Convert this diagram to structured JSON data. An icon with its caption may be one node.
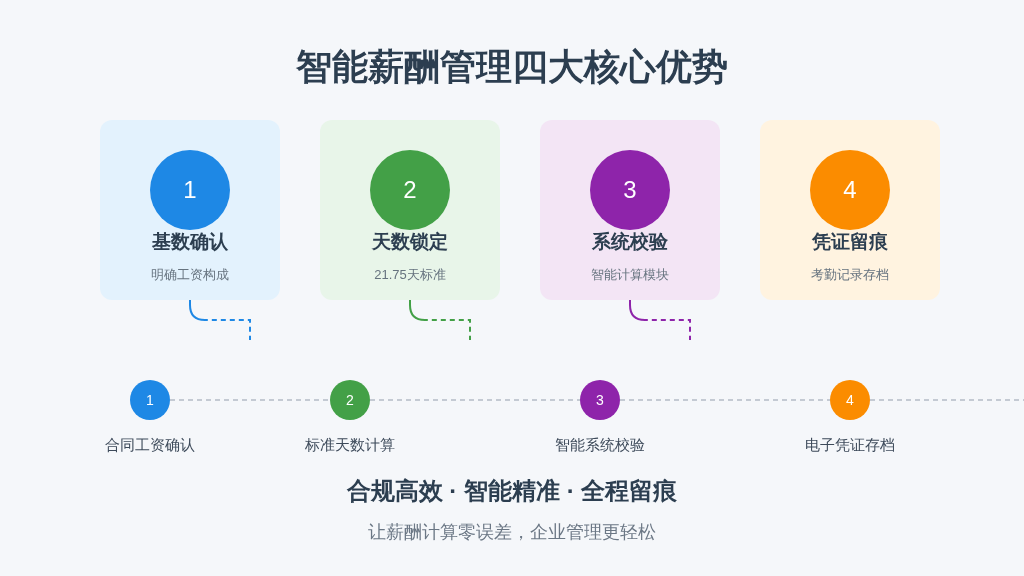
{
  "diagram": {
    "title": "智能薪酬管理四大核心优势",
    "nodes": [
      {
        "text": [
          "基数确认",
          "明确工资构成"
        ]
      },
      {
        "text": [
          "1"
        ],
        "in": 0
      },
      {
        "text": [
          "天数锁定",
          "21.75天标准"
        ]
      },
      {
        "text": [
          "2"
        ],
        "in": 2
      },
      {
        "text": [
          "系统校验",
          "智能计算模块"
        ]
      },
      {
        "text": [
          "3"
        ],
        "in": 4
      },
      {
        "text": [
          "凭证留痕",
          "考勤记录存档"
        ]
      },
      {
        "text": [
          "4"
        ],
        "in": 6
      },
      {
        "text": [
          "1"
        ],
        "beside": [
          "合同工资确认"
        ]
      },
      {
        "text": [
          "2"
        ],
        "beside": [
          "标准天数计算"
        ]
      },
      {
        "text": [
          "3"
        ],
        "beside": [
          "智能系统校验"
        ]
      },
      {
        "text": [
          "4"
        ],
        "beside": [
          "电子凭证存档"
        ]
      }
    ],
    "edges": [
      {
        "from": 0,
        "to": null,
        "arrow": "none",
        "style": "dashed",
        "color": "#1e88e5"
      },
      {
        "from": 2,
        "to": null,
        "arrow": "none",
        "style": "dashed",
        "color": "#43a047"
      },
      {
        "from": 4,
        "to": null,
        "arrow": "none",
        "style": "dashed",
        "color": "#8e24aa"
      },
      {
        "from": 8,
        "to": 9,
        "arrow": "none",
        "style": "dashed"
      },
      {
        "from": 9,
        "to": 10,
        "arrow": "none",
        "style": "dashed"
      },
      {
        "from": 10,
        "to": 11,
        "arrow": "none",
        "style": "dashed"
      },
      {
        "from": 11,
        "to": null,
        "arrow": "none",
        "style": "dashed"
      }
    ],
    "labels": [
      "合规高效 · 智能精准 · 全程留痕",
      "让薪酬计算零误差，企业管理更轻松"
    ]
  }
}
